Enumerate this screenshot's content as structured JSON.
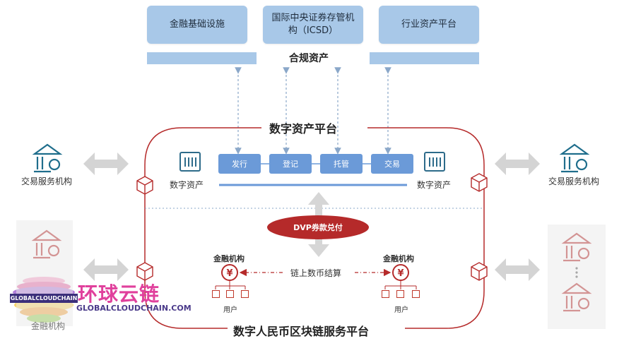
{
  "top_boxes": [
    "金融基础设施",
    "国际中央证券存管机构（ICSD）",
    "行业资产平台"
  ],
  "compliance_label": "合规资产",
  "platform_title": "数字资产平台",
  "process_steps": [
    "发行",
    "登记",
    "托管",
    "交易"
  ],
  "digital_asset_left": "数字资产",
  "digital_asset_right": "数字资产",
  "dvp_label": "DVP券款兑付",
  "fin_inst_left": "金融机构",
  "fin_inst_right": "金融机构",
  "settlement_label": "链上数币结算",
  "user_left": "用户",
  "user_right": "用户",
  "bottom_title": "数字人民币区块链服务平台",
  "trade_inst_left": "交易服务机构",
  "trade_inst_right": "交易服务机构",
  "partial_left_label": "金融机构",
  "watermark_cn": "环球云链",
  "watermark_en": "GLOBALCLOUDCHAIN.COM",
  "watermark_badge": "GLOBALCLOUDCHAIN",
  "colors": {
    "accent_blue": "#a8c8e8",
    "chip_blue": "#6b9ad8",
    "red": "#b52a2a",
    "gray_arrow": "#cfcfcf"
  }
}
